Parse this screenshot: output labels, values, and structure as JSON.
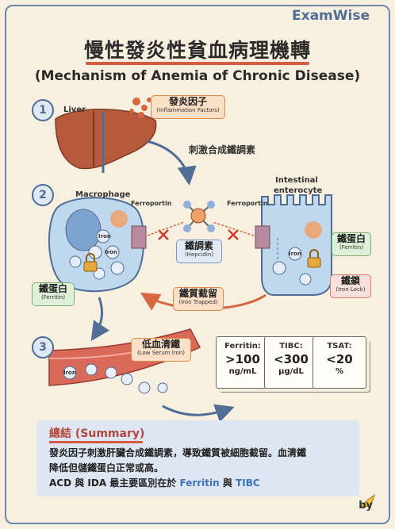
{
  "brand": "ExamWise",
  "title_zh": "慢性發炎性貧血病理機轉",
  "title_en": "(Mechanism of Anemia of Chronic Disease)",
  "steps": [
    "1",
    "2",
    "3"
  ],
  "labels": {
    "liver": "Liver",
    "macrophage": "Macrophage",
    "intestinal": "Intestinal",
    "enterocyte": "enterocyte",
    "ferroportin_left": "Ferroportin",
    "ferroportin_right": "Ferroportin",
    "stimulate": "刺激合成鐵調素",
    "iron": "Iron"
  },
  "tags": {
    "inflammation": {
      "zh": "發炎因子",
      "en": "(Inflammation Factors)"
    },
    "hepcidin": {
      "zh": "鐵調素",
      "en": "(Hepcidin)"
    },
    "ferritin_left": {
      "zh": "鐵蛋白",
      "en": "(Ferritin)"
    },
    "ferritin_right": {
      "zh": "鐵蛋白",
      "en": "(Ferritin)"
    },
    "iron_lock": {
      "zh": "鐵鎖",
      "en": "(Iron Lock)"
    },
    "iron_trapped": {
      "zh": "鐵質截留",
      "en": "(Iron Trapped)"
    },
    "low_serum_iron": {
      "zh": "低血清鐵",
      "en": "(Low Serum Iron)"
    }
  },
  "lab_cards": [
    {
      "name": "Ferritin:",
      "value": ">100",
      "unit": "ng/mL"
    },
    {
      "name": "TIBC:",
      "value": "<300",
      "unit": "µg/dL"
    },
    {
      "name": "TSAT:",
      "value": "<20",
      "unit": "%"
    }
  ],
  "summary": {
    "title": "總結 (Summary)",
    "line1": "發炎因子刺激肝臟合成鐵調素，導致鐵質被細胞截留。血清鐵",
    "line2": "降低但儲鐵蛋白正常或高。",
    "line3_prefix": "ACD 與 IDA 最主要區別在於 ",
    "line3_ferritin": "Ferritin",
    "line3_and": " 與 ",
    "line3_tibc": "TIBC"
  },
  "byline": "by",
  "colors": {
    "accent_red": "#d65a43",
    "accent_blue": "#4f6d95",
    "highlight": "#3f73b8"
  }
}
